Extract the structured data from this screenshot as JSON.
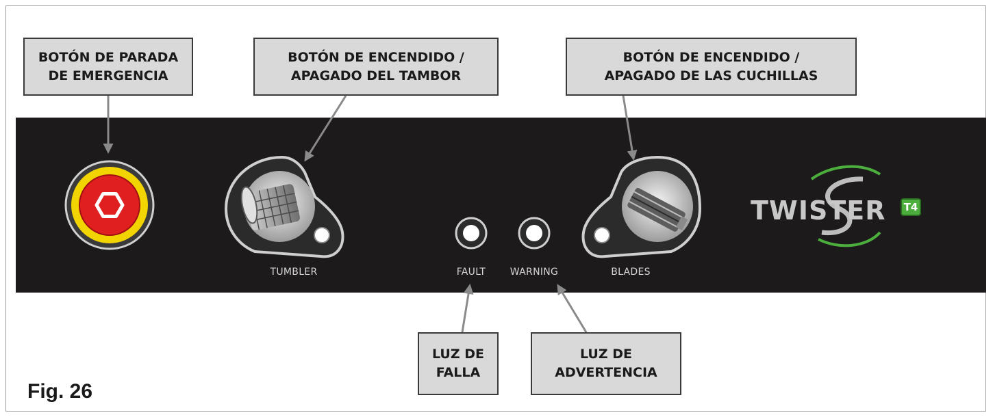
{
  "callouts": {
    "emergency_stop": [
      "BOTÓN DE PARADA",
      "DE EMERGENCIA"
    ],
    "tumbler_switch": [
      "BOTÓN DE ENCENDIDO /",
      "APAGADO DEL TAMBOR"
    ],
    "blades_switch": [
      "BOTÓN DE ENCENDIDO /",
      "APAGADO DE LAS CUCHILLAS"
    ],
    "fault_light": [
      "LUZ DE",
      "FALLA"
    ],
    "warning_light": [
      "LUZ DE",
      "ADVERTENCIA"
    ]
  },
  "panel_labels": {
    "tumbler": "TUMBLER",
    "fault": "FAULT",
    "warning": "WARNING",
    "blades": "BLADES"
  },
  "logo": {
    "text": "TWISTER",
    "badge": "T4",
    "accent_color": "#4caf3d"
  },
  "figure_caption": "Fig. 26",
  "colors": {
    "panel": "#1c1a1b",
    "callout_fill": "#d9d9d9",
    "estop_red": "#e02020",
    "estop_yellow": "#f2d500"
  },
  "icons": [
    "emergency-stop-icon",
    "tumbler-drum-icon",
    "blades-icon",
    "indicator-light-icon",
    "twister-logo"
  ]
}
